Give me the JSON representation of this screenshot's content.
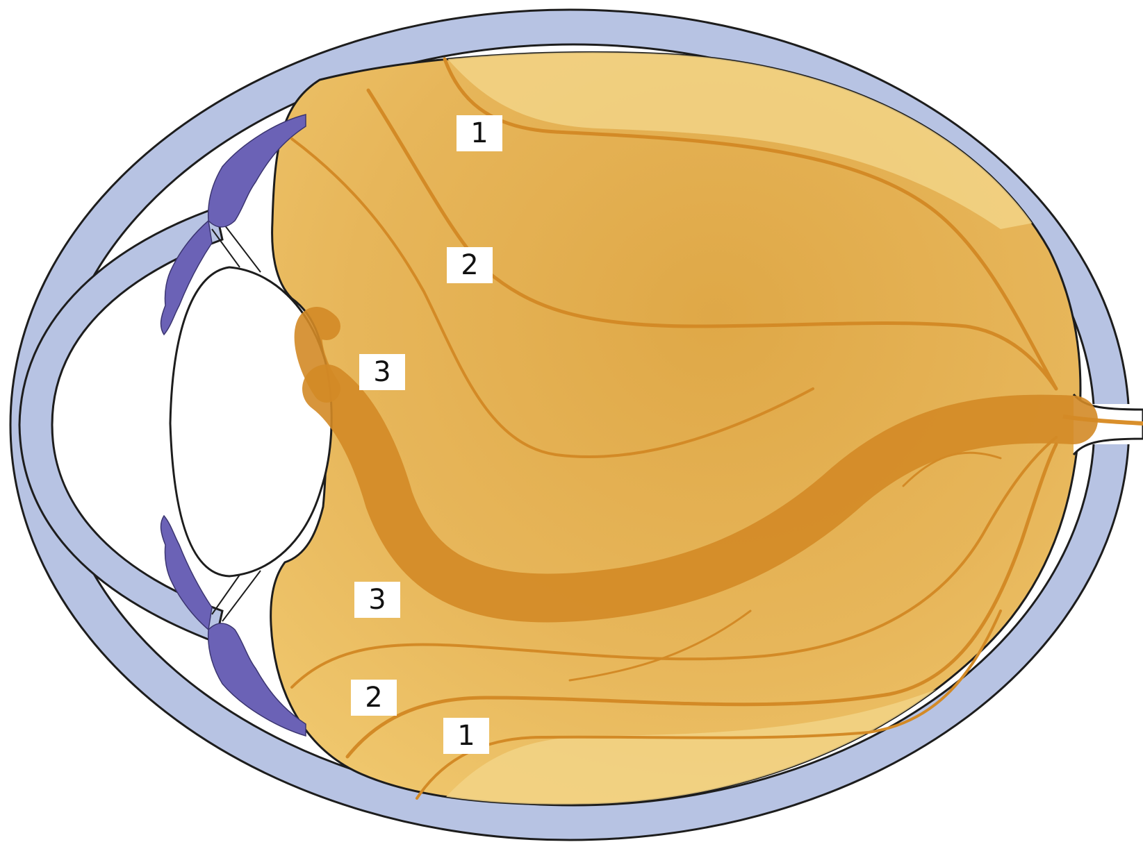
{
  "labels": {
    "upper_1": "1",
    "upper_2": "2",
    "upper_3": "3",
    "lower_3": "3",
    "lower_2": "2",
    "lower_1": "1"
  },
  "colors": {
    "sclera": "#b7c3e3",
    "sclera_outline": "#1d1d1d",
    "ciliary_body": "#6b62b6",
    "vitreous": "#e8b85a",
    "vitreous_light": "#f3d98a",
    "vitreous_dark": "#d99a3a",
    "tract": "#d98f2b",
    "lens": "#ffffff"
  }
}
